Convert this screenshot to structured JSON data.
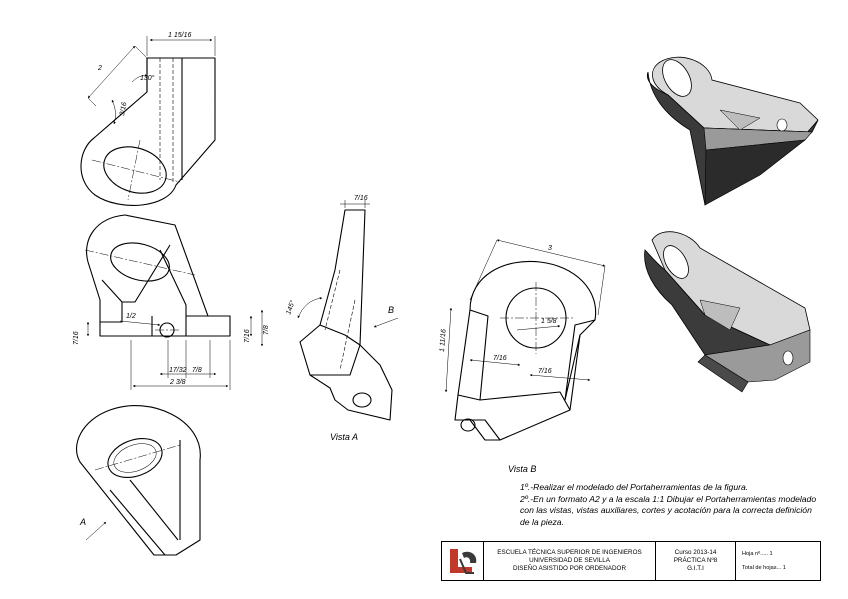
{
  "dimensions": {
    "top_width": "1 15/16",
    "top_len": "2",
    "top_angle": "130°",
    "top_small": "3/16",
    "front_hole": "1/2",
    "front_left_h": "7/16",
    "front_right_h1": "7/16",
    "front_right_h2": "7/8",
    "front_base1": "17/32",
    "front_base2": "7/8",
    "front_total": "2 3/8",
    "mid_top": "7/16",
    "mid_angle": "145°",
    "vb_width": "3",
    "vb_hole": "1 5/8",
    "vb_height": "1 11/16",
    "vb_left_t": "7/16",
    "vb_right_t": "7/16"
  },
  "labels": {
    "arrow_a": "A",
    "arrow_b": "B",
    "vista_a": "Vista A",
    "vista_b": "Vista B"
  },
  "instructions": {
    "line1": "1º.-Realizar el modelado del Portaherramientas de la figura.",
    "line2": "2º.-En un formato A2 y a la escala 1:1 Dibujar el Portaherramientas modelado con las vistas, vistas auxiliares, cortes y acotación para la correcta definición de la pieza."
  },
  "title_block": {
    "school1": "ESCUELA TÉCNICA SUPERIOR DE INGENIEROS",
    "school2": "UNIVERSIDAD DE SEVILLA",
    "school3": "DISEÑO ASISTIDO POR ORDENADOR",
    "course1": "Curso 2013-14",
    "course2": "PRÁCTICA Nº8",
    "course3": "G.I.T.I",
    "sheet1": "Hoja nº..... 1",
    "sheet2": "Total de hojas... 1"
  },
  "colors": {
    "logo_red": "#c0392b",
    "logo_dark": "#3a3a3a",
    "solid_light": "#d9d9d9",
    "solid_mid": "#9a9a9a",
    "solid_dark": "#3b3b3b"
  }
}
